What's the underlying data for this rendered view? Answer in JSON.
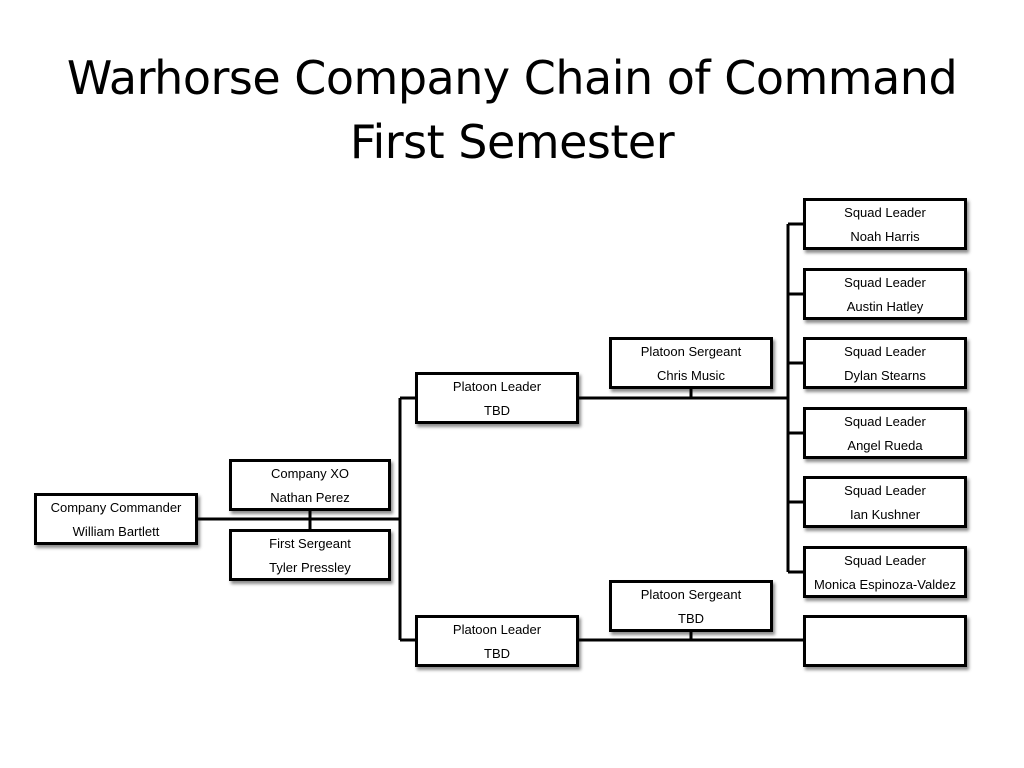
{
  "title": {
    "line1": "Warhorse Company Chain of Command",
    "line2": "First Semester"
  },
  "nodes": {
    "company_commander": {
      "role": "Company Commander",
      "name": "William Bartlett"
    },
    "company_xo": {
      "role": "Company XO",
      "name": "Nathan Perez"
    },
    "first_sergeant": {
      "role": "First Sergeant",
      "name": "Tyler Pressley"
    },
    "platoon_leader_1": {
      "role": "Platoon Leader",
      "name": "TBD"
    },
    "platoon_leader_2": {
      "role": "Platoon Leader",
      "name": "TBD"
    },
    "platoon_sergeant_1": {
      "role": "Platoon Sergeant",
      "name": "Chris Music"
    },
    "platoon_sergeant_2": {
      "role": "Platoon Sergeant",
      "name": "TBD"
    },
    "squad_leaders": [
      {
        "role": "Squad Leader",
        "name": "Noah Harris"
      },
      {
        "role": "Squad Leader",
        "name": "Austin Hatley"
      },
      {
        "role": "Squad Leader",
        "name": "Dylan Stearns"
      },
      {
        "role": "Squad Leader",
        "name": "Angel Rueda"
      },
      {
        "role": "Squad Leader",
        "name": "Ian Kushner"
      },
      {
        "role": "Squad Leader",
        "name": "Monica Espinoza-Valdez"
      }
    ],
    "empty_box": {
      "role": "",
      "name": ""
    }
  }
}
